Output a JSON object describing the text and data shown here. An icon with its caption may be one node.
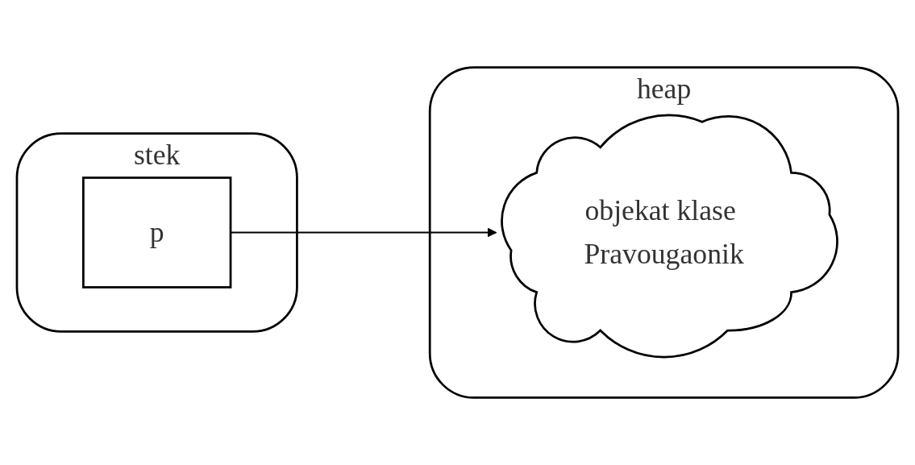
{
  "diagram": {
    "nodes": [
      {
        "text": [
          "stek"
        ]
      },
      {
        "text": [
          "p"
        ],
        "in": 0
      },
      {
        "text": [
          "heap"
        ]
      },
      {
        "text": [
          "objekat klase Pravougaonik"
        ],
        "in": 2
      }
    ],
    "edges": [
      {
        "from": 1,
        "to": 3,
        "arrow": "to"
      }
    ]
  }
}
